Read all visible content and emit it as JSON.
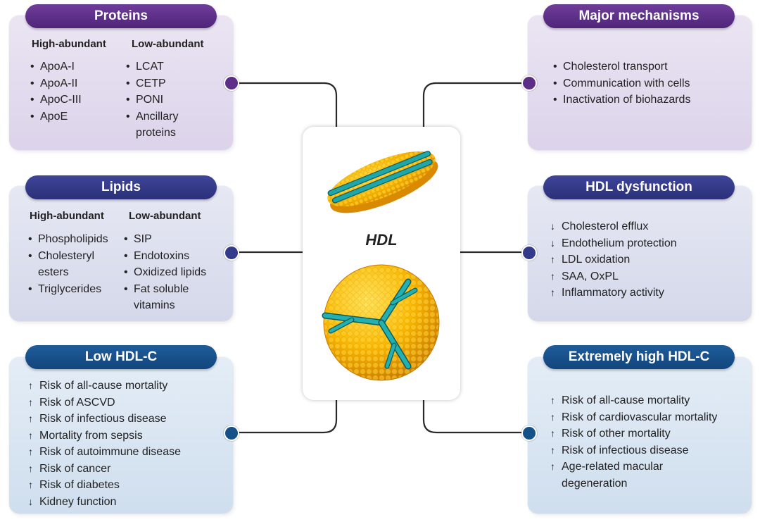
{
  "center": {
    "title": "HDL"
  },
  "panels": {
    "proteins": {
      "title": "Proteins",
      "high_head": "High-abundant",
      "low_head": "Low-abundant",
      "high": [
        "ApoA-I",
        "ApoA-II",
        "ApoC-III",
        "ApoE"
      ],
      "low": [
        "LCAT",
        "CETP",
        "PONI",
        "Ancillary",
        "proteins"
      ]
    },
    "lipids": {
      "title": "Lipids",
      "high_head": "High-abundant",
      "low_head": "Low-abundant",
      "high": [
        "Phospholipids",
        "Cholesteryl",
        "esters",
        "Triglycerides"
      ],
      "low": [
        "SIP",
        "Endotoxins",
        "Oxidized lipids",
        "Fat soluble",
        "vitamins"
      ]
    },
    "low_hdl": {
      "title": "Low HDL-C",
      "items": [
        {
          "dir": "up",
          "text": "Risk of all-cause mortality"
        },
        {
          "dir": "up",
          "text": "Risk of ASCVD"
        },
        {
          "dir": "up",
          "text": "Risk of infectious disease"
        },
        {
          "dir": "up",
          "text": "Mortality from sepsis"
        },
        {
          "dir": "up",
          "text": "Risk of autoimmune disease"
        },
        {
          "dir": "up",
          "text": "Risk of cancer"
        },
        {
          "dir": "up",
          "text": "Risk of diabetes"
        },
        {
          "dir": "down",
          "text": "Kidney function"
        }
      ]
    },
    "mechanisms": {
      "title": "Major mechanisms",
      "items": [
        "Cholesterol transport",
        "Communication with cells",
        "Inactivation of biohazards"
      ]
    },
    "dysfunction": {
      "title": "HDL dysfunction",
      "items": [
        {
          "dir": "down",
          "text": "Cholesterol efflux"
        },
        {
          "dir": "down",
          "text": "Endothelium protection"
        },
        {
          "dir": "up",
          "text": "LDL oxidation"
        },
        {
          "dir": "up",
          "text": "SAA, OxPL"
        },
        {
          "dir": "up",
          "text": "Inflammatory activity"
        }
      ]
    },
    "extreme_hdl": {
      "title": "Extremely high HDL-C",
      "items": [
        {
          "dir": "up",
          "text": "Risk of all-cause mortality"
        },
        {
          "dir": "up",
          "text": "Risk of cardiovascular mortality"
        },
        {
          "dir": "up",
          "text": "Risk of other mortality"
        },
        {
          "dir": "up",
          "text": "Risk of infectious disease"
        },
        {
          "dir": "up",
          "text": "Age-related macular"
        },
        {
          "dir": "none",
          "text": "degeneration"
        }
      ]
    }
  }
}
